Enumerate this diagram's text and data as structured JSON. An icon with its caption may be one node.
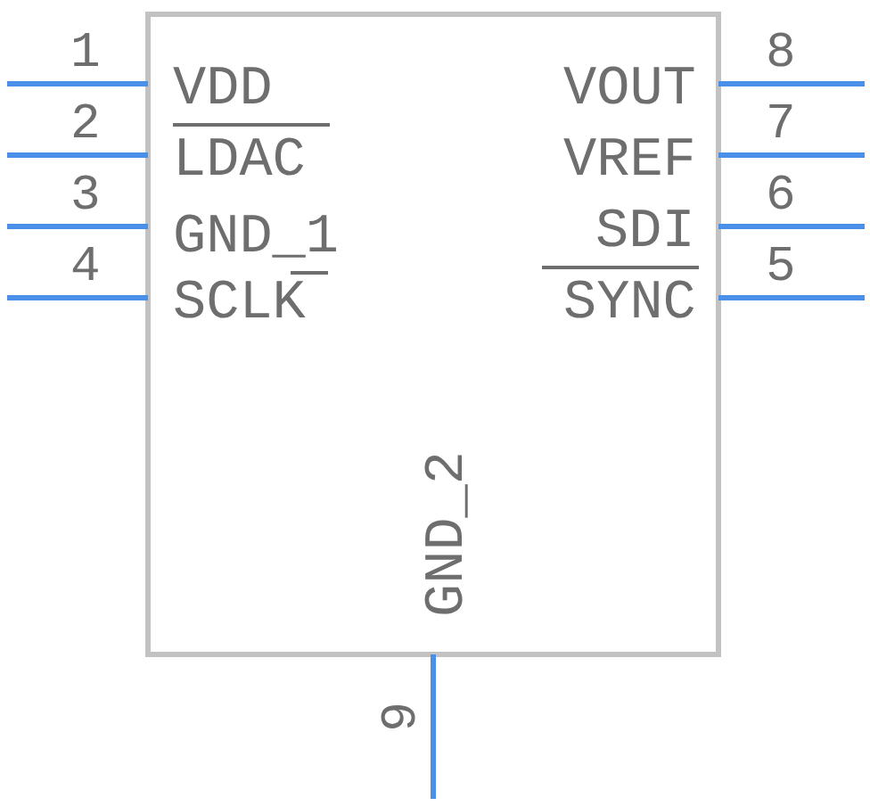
{
  "diagram": {
    "nodes": [
      {
        "text": [],
        "shape": "box"
      }
    ],
    "labels": [
      "1",
      "8",
      "VDD",
      "VOUT",
      "2",
      "7",
      "LDAC",
      "VREF",
      "3",
      "6",
      "GND_1",
      "SDI",
      "4",
      "5",
      "SCLK",
      "SYNC",
      "GND_2",
      "9"
    ]
  }
}
